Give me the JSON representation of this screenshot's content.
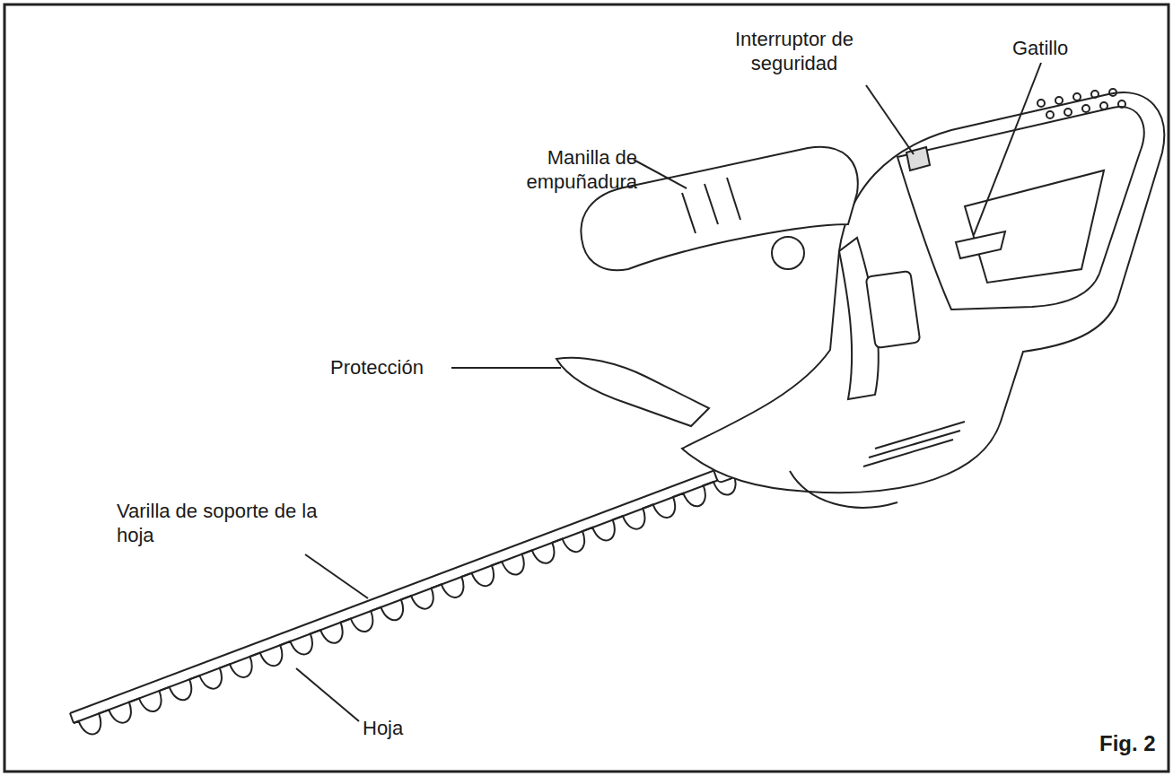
{
  "diagram": {
    "caption": "Fig. 2",
    "labels": [
      "Interruptor de seguridad",
      "Gatillo",
      "Manilla de empuñadura",
      "Protección",
      "Varilla de soporte de la hoja",
      "Hoja"
    ]
  }
}
